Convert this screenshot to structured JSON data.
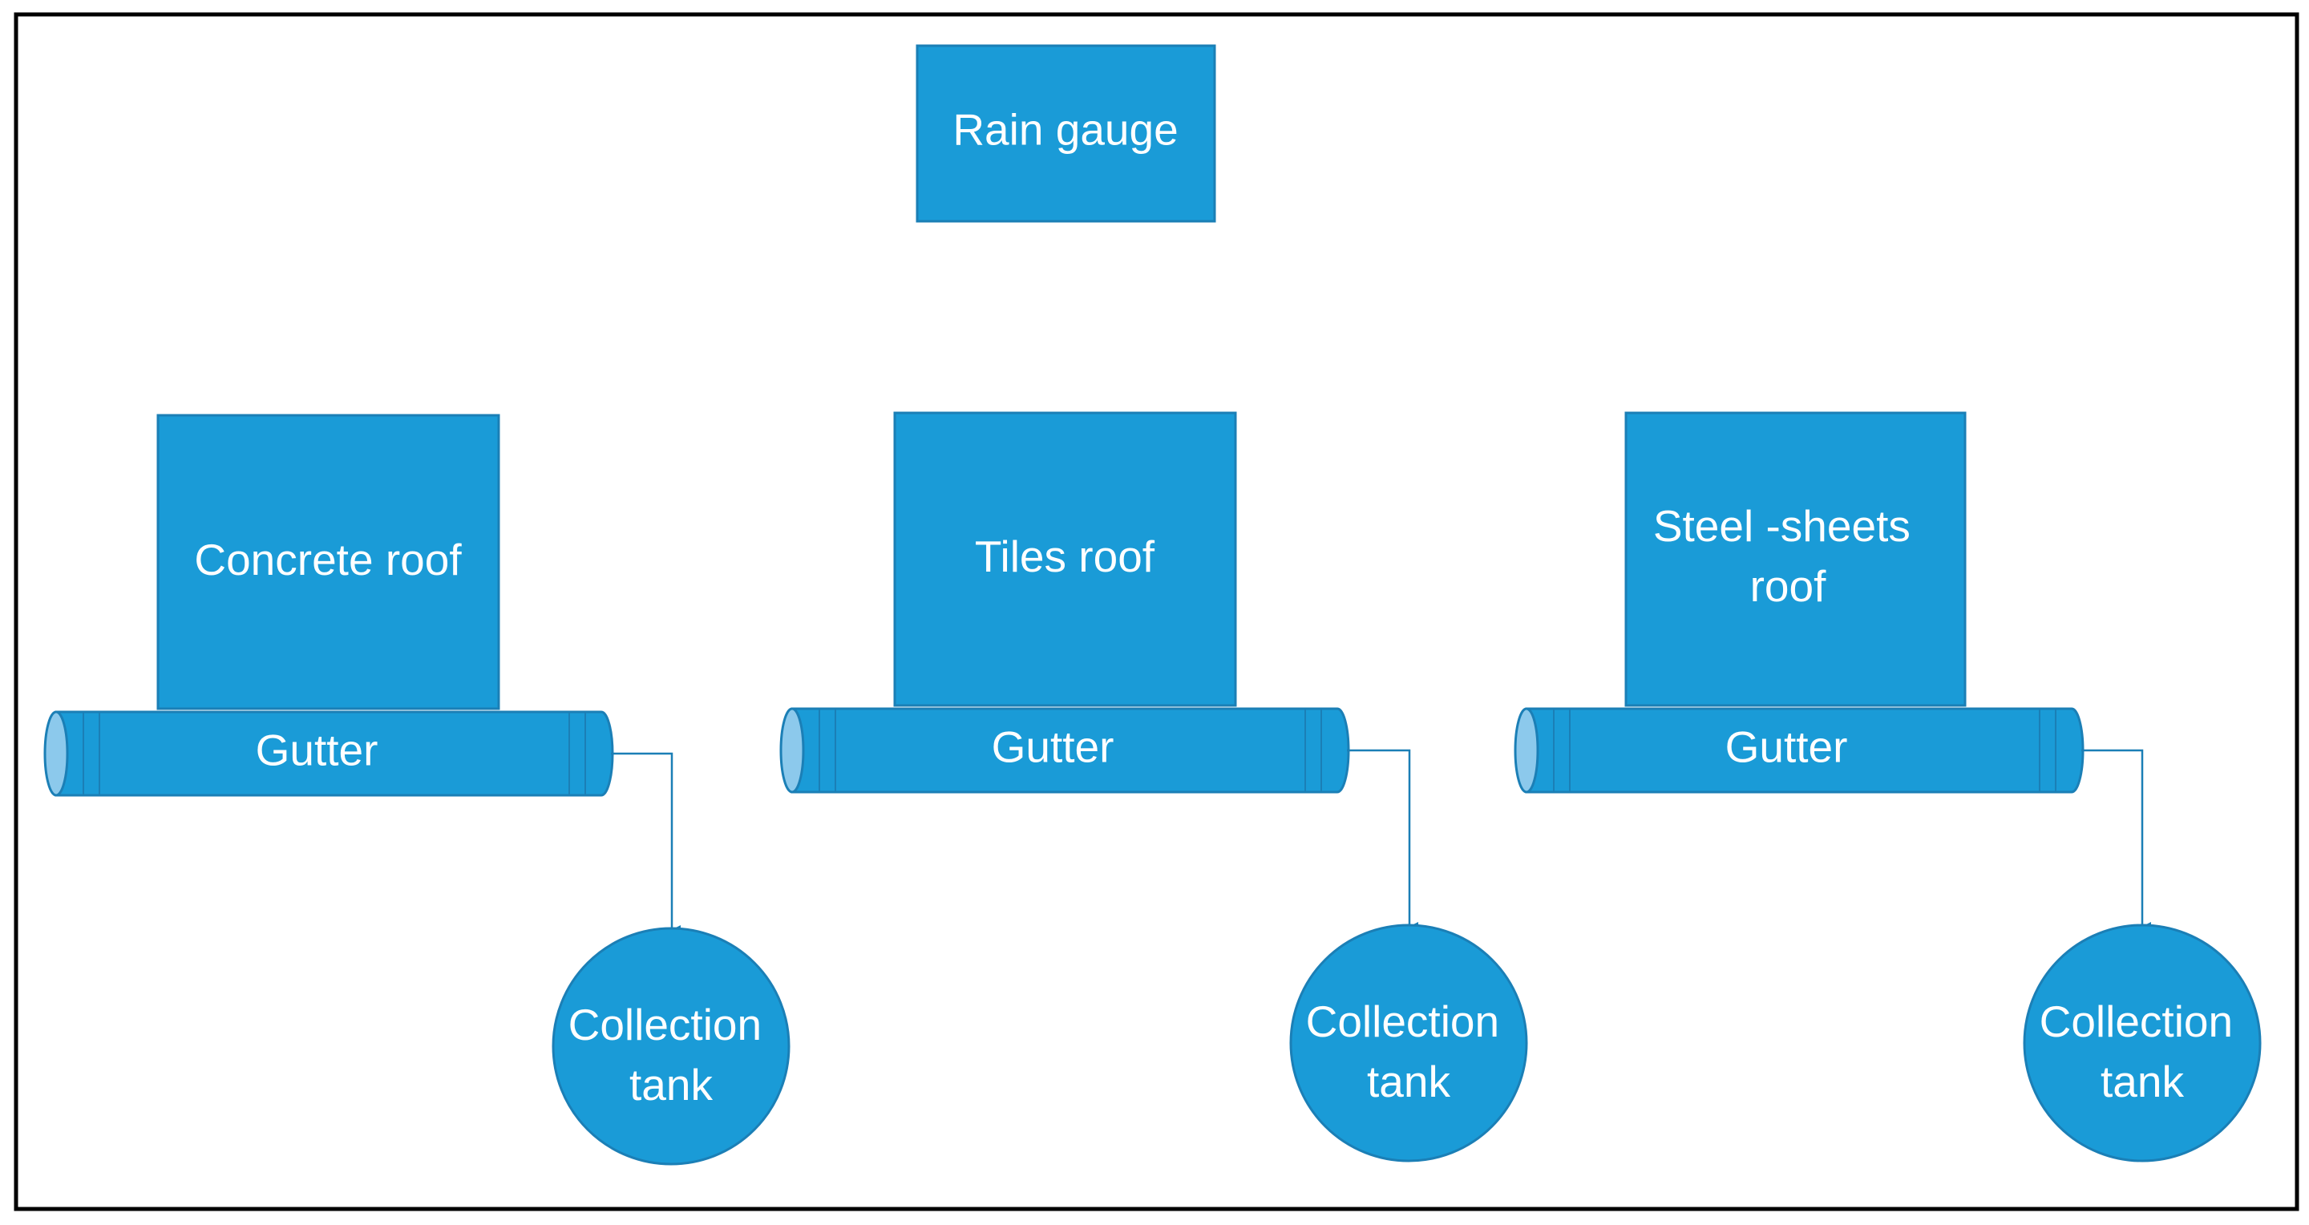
{
  "colors": {
    "fill": "#1A9BD7",
    "stroke": "#1B7FB6",
    "cap": "#8CC9EC",
    "text": "#FFFFFF",
    "frame": "#000000"
  },
  "rain_gauge": {
    "label": "Rain gauge"
  },
  "units": [
    {
      "roof_lines": [
        "Concrete roof"
      ],
      "gutter": "Gutter",
      "tank_lines": [
        "Collection",
        "tank"
      ]
    },
    {
      "roof_lines": [
        "Tiles roof"
      ],
      "gutter": "Gutter",
      "tank_lines": [
        "Collection",
        "tank"
      ]
    },
    {
      "roof_lines": [
        "Steel -sheets",
        "roof"
      ],
      "gutter": "Gutter",
      "tank_lines": [
        "Collection",
        "tank"
      ]
    }
  ]
}
